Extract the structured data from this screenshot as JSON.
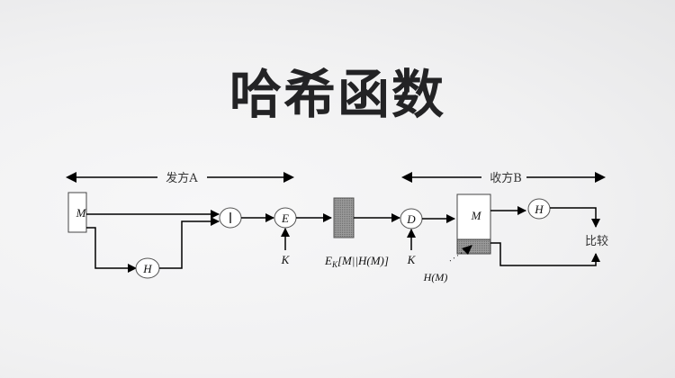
{
  "title": "哈希函数",
  "diagram": {
    "sender_label": "发方A",
    "receiver_label": "收方B",
    "message_label": "M",
    "hash_label": "H",
    "concat_label": "||",
    "encrypt_label": "E",
    "key_label": "K",
    "decrypt_label": "D",
    "ciphertext_label": "E_K[M||H(M)]",
    "ciphertext_E": "E",
    "ciphertext_sub": "K",
    "ciphertext_rest": "[M||H(M)]",
    "received_hash_label": "H(M)",
    "compare_label": "比较",
    "colors": {
      "line": "#000000",
      "hatched_block": "#8c8c8c",
      "box_fill": "#ffffff"
    }
  }
}
